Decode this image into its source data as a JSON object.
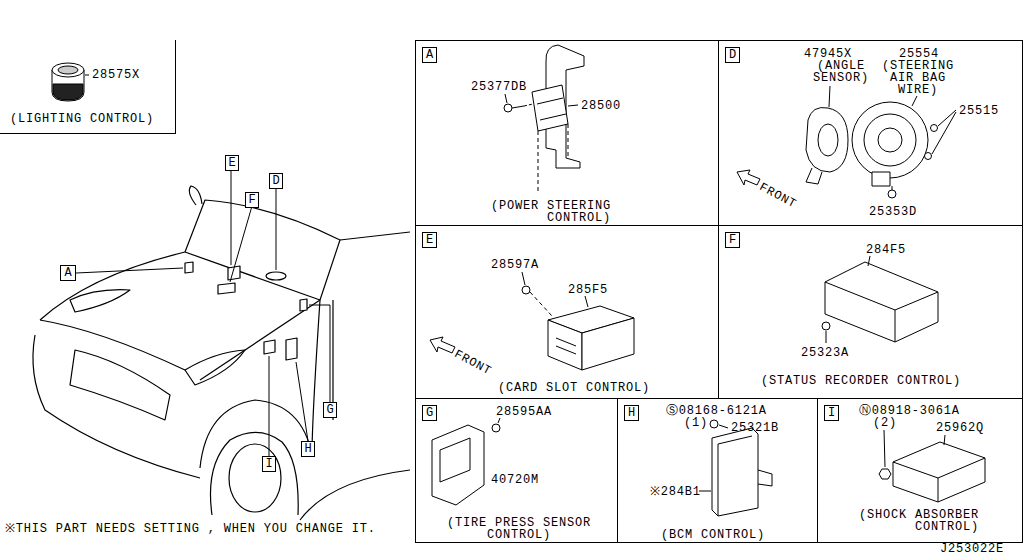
{
  "diagram": {
    "nodes": [
      {
        "text": [
          "28575X",
          "(LIGHTING CONTROL)"
        ]
      },
      {
        "text": [
          "25377DB",
          "28500",
          "(POWER STEERING CONTROL)"
        ]
      },
      {
        "text": [
          "A"
        ],
        "in": 1
      },
      {
        "text": [
          "47945X",
          "(ANGLE SENSOR)",
          "25554",
          "(STEERING AIR BAG WIRE)",
          "25515",
          "25353D",
          "FRONT"
        ]
      },
      {
        "text": [
          "D"
        ],
        "in": 3
      },
      {
        "text": [
          "E"
        ]
      },
      {
        "text": [
          "F"
        ]
      },
      {
        "text": [
          "D"
        ]
      },
      {
        "text": [
          "A"
        ]
      },
      {
        "text": [
          "28597A",
          "285F5",
          "FRONT",
          "(CARD SLOT CONTROL)"
        ]
      },
      {
        "text": [
          "E"
        ],
        "in": 9
      },
      {
        "text": [
          "284F5",
          "25323A",
          "(STATUS RECORDER CONTROL)"
        ]
      },
      {
        "text": [
          "F"
        ],
        "in": 11
      },
      {
        "text": [
          "G"
        ]
      },
      {
        "text": [
          "H"
        ]
      },
      {
        "text": [
          "I"
        ]
      },
      {
        "text": [
          "28595AA",
          "40720M",
          "(TIRE PRESS SENSOR CONTROL)"
        ]
      },
      {
        "text": [
          "G"
        ],
        "in": 16
      },
      {
        "text": [
          "Ⓢ08168-6121A",
          "(1)",
          "25321B",
          "※284B1",
          "(BCM CONTROL)"
        ]
      },
      {
        "text": [
          "H"
        ],
        "in": 18
      },
      {
        "text": [
          "Ⓝ08918-3061A",
          "(2)",
          "25962Q",
          "(SHOCK ABSORBER CONTROL)"
        ]
      },
      {
        "text": [
          "I"
        ],
        "in": 20
      }
    ],
    "labels": [
      "※THIS PART NEEDS SETTING , WHEN YOU CHANGE IT.",
      "J253022E"
    ]
  }
}
